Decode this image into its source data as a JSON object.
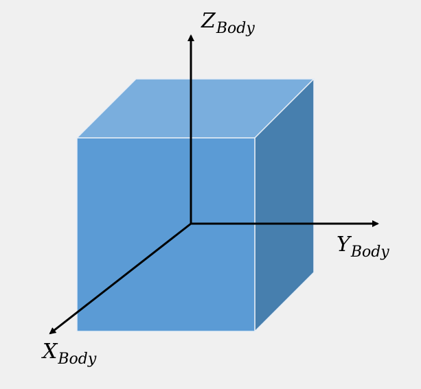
{
  "title": "",
  "colors": {
    "background": "#f0f0f0",
    "cube_front": "#5b9bd5",
    "cube_top": "#7aaedd",
    "cube_side": "#477fae",
    "cube_edge": "#e8eef5",
    "axis": "#000000"
  },
  "axes": {
    "z": {
      "symbol": "Z",
      "subscript": "Body"
    },
    "y": {
      "symbol": "Y",
      "subscript": "Body"
    },
    "x": {
      "symbol": "X",
      "subscript": "Body"
    }
  }
}
